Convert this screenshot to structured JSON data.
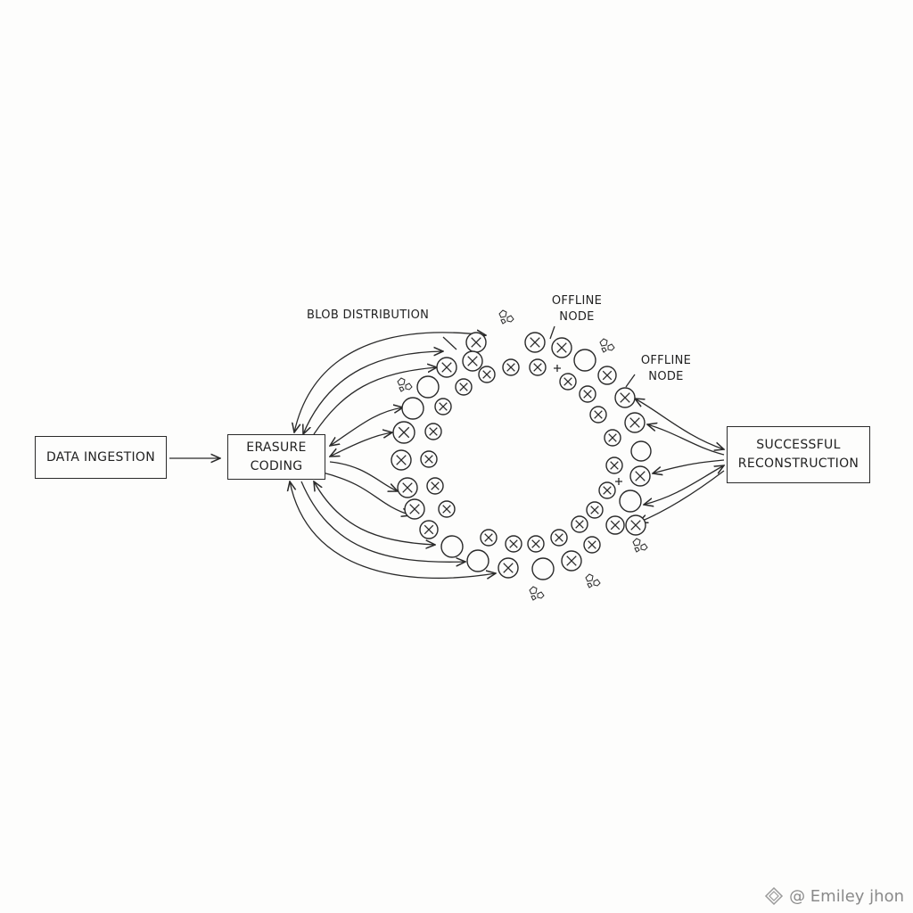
{
  "labels": {
    "data_ingestion": "DATA INGESTION",
    "erasure_coding": [
      "ERASURE",
      "CODING"
    ],
    "successful_reconstruction": [
      "SUCCESSFUL",
      "RECONSTRUCTION"
    ],
    "blob_distribution": "BLOB DISTRIBUTION",
    "offline_node_top": [
      "OFFLINE",
      "NODE"
    ],
    "offline_node_right": [
      "OFFLINE",
      "NODE"
    ]
  },
  "watermark": "@ Emiley jhon",
  "icons": {
    "node": "circle-node-icon",
    "offline": "crossed-circle-icon",
    "debris": "debris-fragments-icon",
    "logo": "diamond-logo-icon"
  },
  "colors": {
    "ink": "#2a2a2a",
    "background": "#fdfdfc",
    "watermark": "#8a8a8a"
  }
}
